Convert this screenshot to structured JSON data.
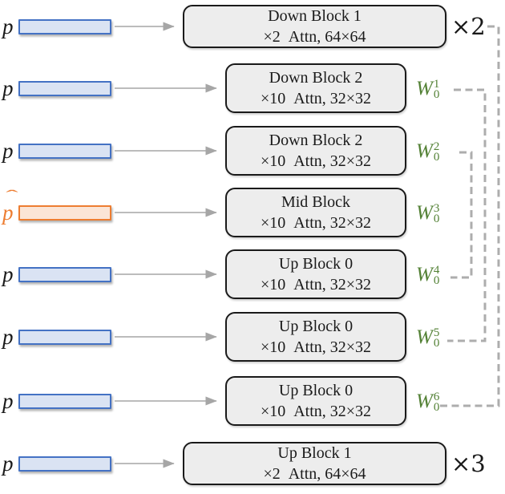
{
  "figure": {
    "description_label": "U-Net prompt-conditioning block diagram"
  },
  "colors": {
    "blue_border": "#4472C4",
    "blue_fill": "#DAE3F3",
    "orange_border": "#ED7D31",
    "orange_fill": "#FBE5D6",
    "green_label": "#538135",
    "arrow_gray": "#A6A6A6",
    "dash_gray": "#ADADAD",
    "block_fill": "#EDEDED",
    "block_border": "#1A1A1A",
    "text_black": "#1A1A1A"
  },
  "rows": [
    {
      "input_label": "p",
      "bar_color": "blue",
      "block_title": "Down Block 1",
      "block_spec": "×2 Attn, 64×64",
      "side": {
        "text": "×2"
      }
    },
    {
      "input_label": "p",
      "bar_color": "blue",
      "block_title": "Down Block 2",
      "block_spec": "×10 Attn, 32×32",
      "side": {
        "base": "W",
        "sub": "0",
        "sup": "1"
      }
    },
    {
      "input_label": "p",
      "bar_color": "blue",
      "block_title": "Down Block 2",
      "block_spec": "×10 Attn, 32×32",
      "side": {
        "base": "W",
        "sub": "0",
        "sup": "2"
      }
    },
    {
      "input_label": "p",
      "input_hat": "ˆ",
      "bar_color": "orange",
      "block_title": "Mid Block",
      "block_spec": "×10 Attn, 32×32",
      "side": {
        "base": "W",
        "sub": "0",
        "sup": "3"
      }
    },
    {
      "input_label": "p",
      "bar_color": "blue",
      "block_title": "Up Block 0",
      "block_spec": "×10 Attn, 32×32",
      "side": {
        "base": "W",
        "sub": "0",
        "sup": "4"
      }
    },
    {
      "input_label": "p",
      "bar_color": "blue",
      "block_title": "Up Block 0",
      "block_spec": "×10 Attn, 32×32",
      "side": {
        "base": "W",
        "sub": "0",
        "sup": "5"
      }
    },
    {
      "input_label": "p",
      "bar_color": "blue",
      "block_title": "Up Block 0",
      "block_spec": "×10 Attn, 32×32",
      "side": {
        "base": "W",
        "sub": "0",
        "sup": "6"
      }
    },
    {
      "input_label": "p",
      "bar_color": "blue",
      "block_title": "Up Block 1",
      "block_spec": "×2 Attn, 64×64",
      "side": {
        "text": "×3"
      }
    }
  ]
}
